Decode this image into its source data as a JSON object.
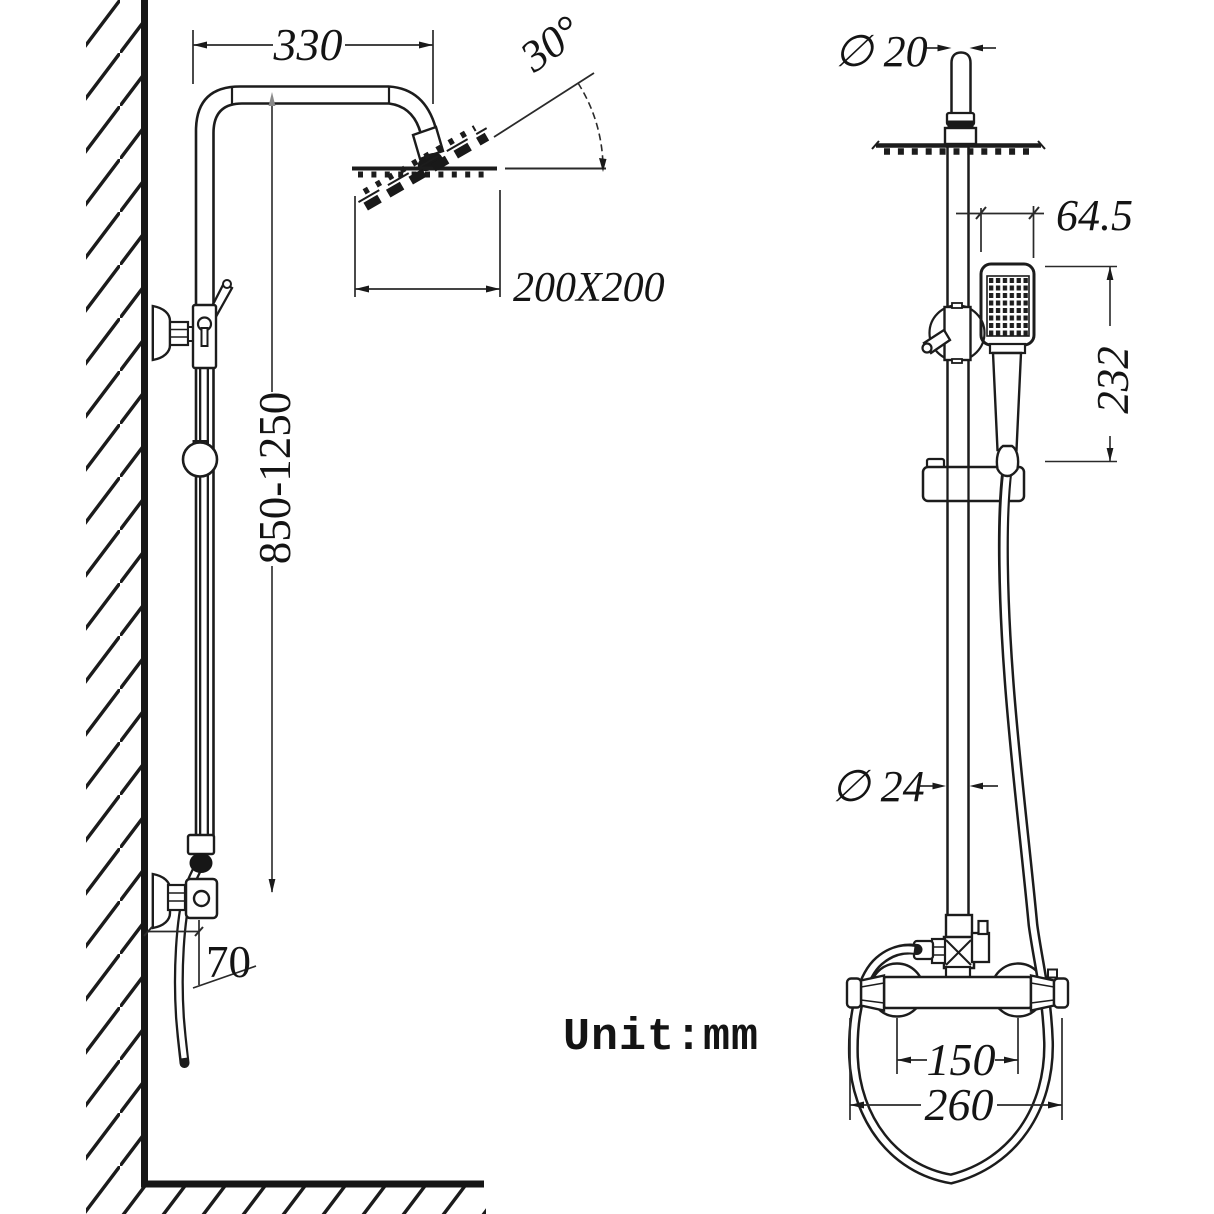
{
  "drawing": {
    "unit_label": "Unit:mm",
    "colors": {
      "line": "#1c1c1c",
      "dim_line": "#2a2a2a",
      "background": "#ffffff"
    },
    "side_view": {
      "description": "wall-mounted shower column, side view",
      "dims": {
        "arm_length": "330",
        "head_tilt_angle": "30°",
        "head_size": "200X200",
        "riser_height_range": "850-1250",
        "wall_offset": "70"
      }
    },
    "front_view": {
      "description": "shower column, front view",
      "dims": {
        "inlet_pipe_diameter": "∅ 20",
        "hand_shower_offset": "64.5",
        "hand_shower_length": "232",
        "riser_diameter": "∅ 24",
        "valve_center_distance": "150",
        "mixer_width": "260"
      }
    }
  }
}
